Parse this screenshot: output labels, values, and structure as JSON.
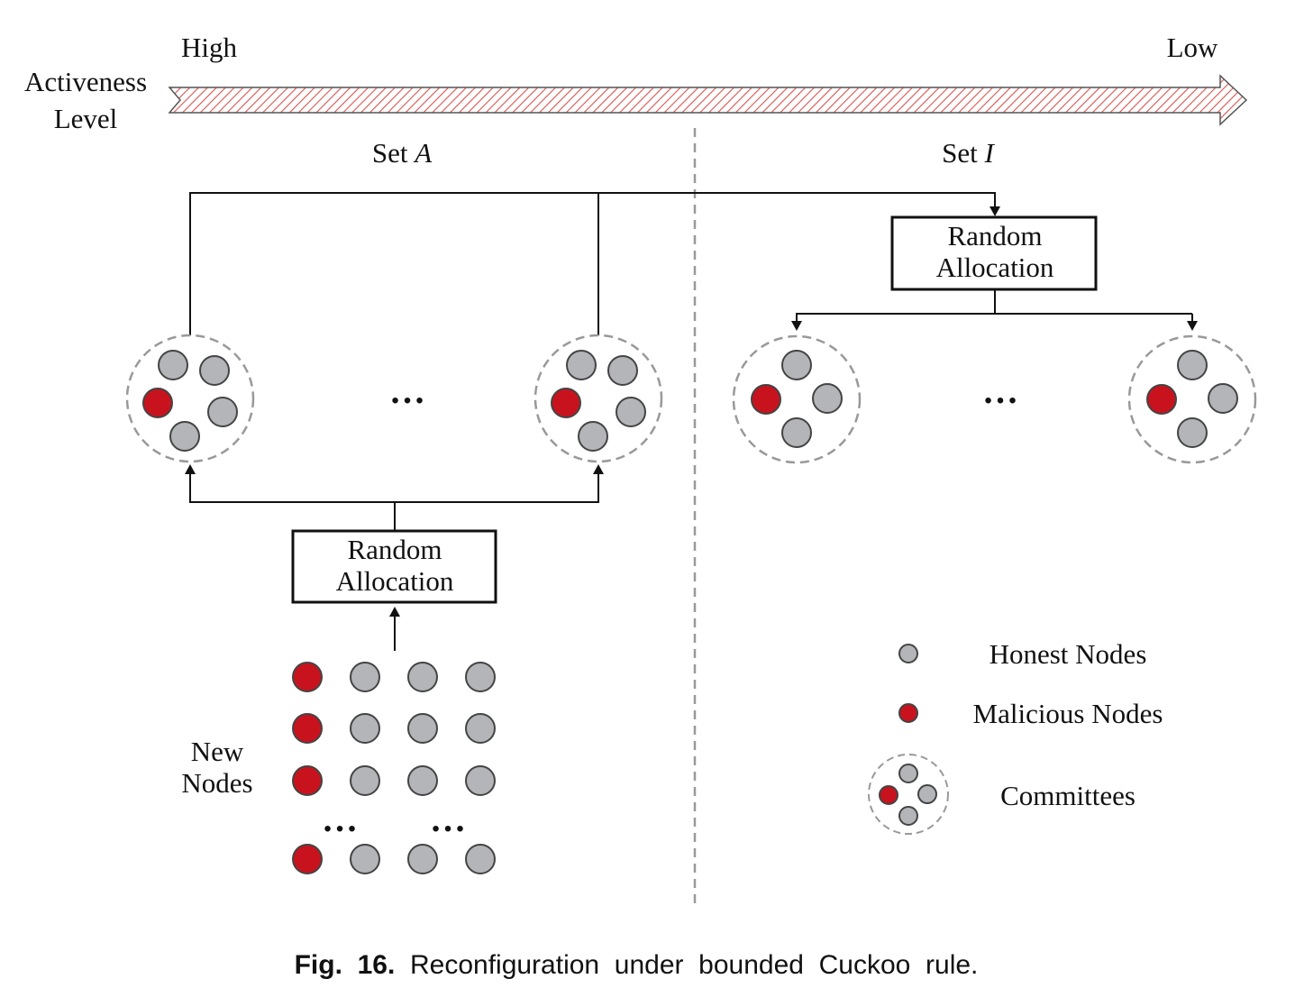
{
  "activeness": {
    "label_line1": "Activeness",
    "label_line2": "Level",
    "high": "High",
    "low": "Low"
  },
  "sets": {
    "a_prefix": "Set ",
    "a_var": "A",
    "i_prefix": "Set ",
    "i_var": "I"
  },
  "random_allocation": {
    "line1": "Random",
    "line2": "Allocation"
  },
  "new_nodes": {
    "line1": "New",
    "line2": "Nodes"
  },
  "legend": {
    "honest": "Honest Nodes",
    "malicious": "Malicious Nodes",
    "committees": "Committees"
  },
  "ellipsis": "…",
  "caption": {
    "label": "Fig.  16.",
    "text": "Reconfiguration  under  bounded  Cuckoo  rule."
  },
  "colors": {
    "malicious": "#c8131e",
    "honest": "#b3b5b8",
    "arrow_hatch": "#d9534f"
  }
}
